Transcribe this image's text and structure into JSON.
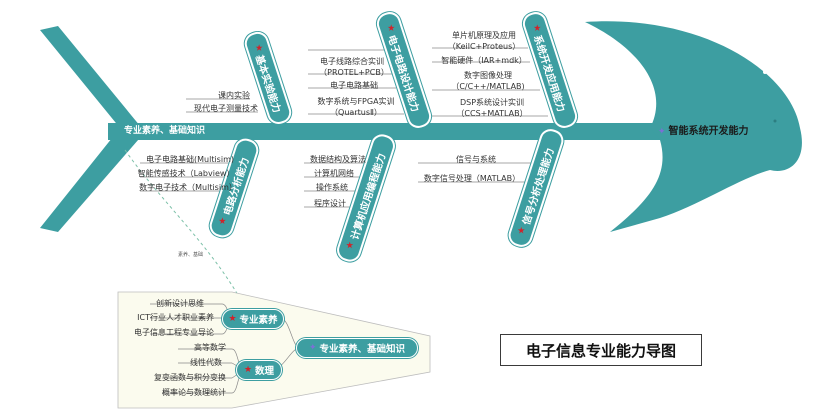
{
  "title": "电子信息专业能力导图",
  "head": {
    "label": "智能系统开发能力"
  },
  "tail": {
    "label": "专业素养、基础知识"
  },
  "colors": {
    "fish": "#3d9ea1",
    "star": "#d0232b",
    "tail_panel": "#fbfbee",
    "dash": "#7cc0a8"
  },
  "top_bones": [
    {
      "label": "基本实验能力",
      "items": [
        "课内实验",
        "现代电子测量技术"
      ]
    },
    {
      "label": "电子电路设计能力",
      "items": [
        "电子线路综合实训",
        "（PROTEL+PCB）",
        "电子电路基础",
        "数字系统与FPGA实训",
        "（QuartusⅡ）"
      ]
    },
    {
      "label": "系统开发应用能力",
      "items": [
        "单片机原理及应用",
        "（KeilC+Proteus）",
        "智能硬件（IAR+mdk）",
        "数字图像处理",
        "（C/C++/MATLAB)",
        "DSP系统设计实训",
        "（CCS+MATLAB）"
      ]
    }
  ],
  "bottom_bones": [
    {
      "label": "电路分析能力",
      "items": [
        "电子电路基础(Multisim)",
        "智能传感技术（Labview）",
        "数字电子技术（Multisim）"
      ]
    },
    {
      "label": "计算机应用编程能力",
      "items": [
        "数据结构及算法",
        "计算机网络",
        "操作系统",
        "程序设计"
      ]
    },
    {
      "label": "信号分析处理能力",
      "items": [
        "信号与系统",
        "数字信号处理（MATLAB）"
      ]
    }
  ],
  "connector_note": "素养、基础",
  "tail_detail": {
    "root": "专业素养、基础知识",
    "groups": [
      {
        "label": "专业素养",
        "items": [
          "创新设计思维",
          "ICT行业人才职业素养",
          "电子信息工程专业导论"
        ]
      },
      {
        "label": "数理",
        "items": [
          "高等数学",
          "线性代数",
          "复变函数与积分变换",
          "概率论与数理统计"
        ]
      }
    ]
  }
}
